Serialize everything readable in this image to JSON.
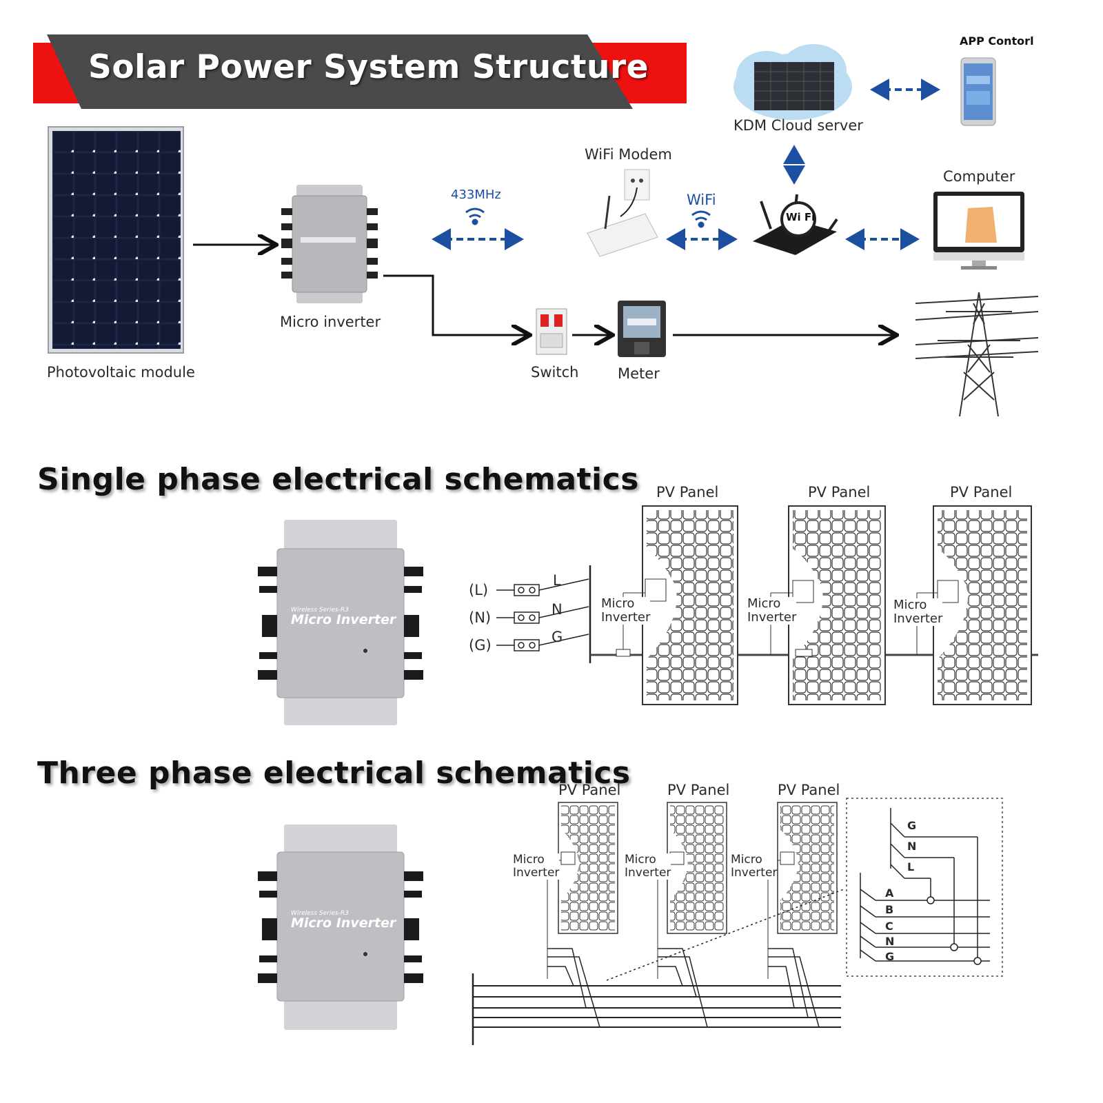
{
  "header": {
    "title": "Solar Power System Structure",
    "banner_red": "#ee1111",
    "banner_dark": "#4a4a4a"
  },
  "system": {
    "pv_module": "Photovoltaic module",
    "micro_inverter": "Micro inverter",
    "link_433": "433MHz",
    "wifi_modem": "WiFi Modem",
    "wifi_link": "WiFi",
    "router_badge": "Wi Fi",
    "cloud": "KDM Cloud server",
    "app": "APP Contorl",
    "computer": "Computer",
    "switch": "Switch",
    "meter": "Meter",
    "arrow_color": "#1c4fa0"
  },
  "single_phase": {
    "heading": "Single phase electrical schematics",
    "device_series": "Wireless Series-R3",
    "device_name": "Micro Inverter",
    "panels": [
      "PV Panel",
      "PV Panel",
      "PV Panel"
    ],
    "micro_label_1": "Micro",
    "micro_label_2": "Inverter",
    "terminals": [
      "(L)",
      "(N)",
      "(G)"
    ],
    "lines": [
      "L",
      "N",
      "G"
    ]
  },
  "three_phase": {
    "heading": "Three phase electrical schematics",
    "device_series": "Wireless Series-R3",
    "device_name": "Micro Inverter",
    "panels": [
      "PV Panel",
      "PV Panel",
      "PV Panel"
    ],
    "micro_label_1": "Micro",
    "micro_label_2": "Inverter",
    "box_lines_top": [
      "G",
      "N",
      "L"
    ],
    "box_lines_bottom": [
      "A",
      "B",
      "C",
      "N",
      "G"
    ]
  }
}
